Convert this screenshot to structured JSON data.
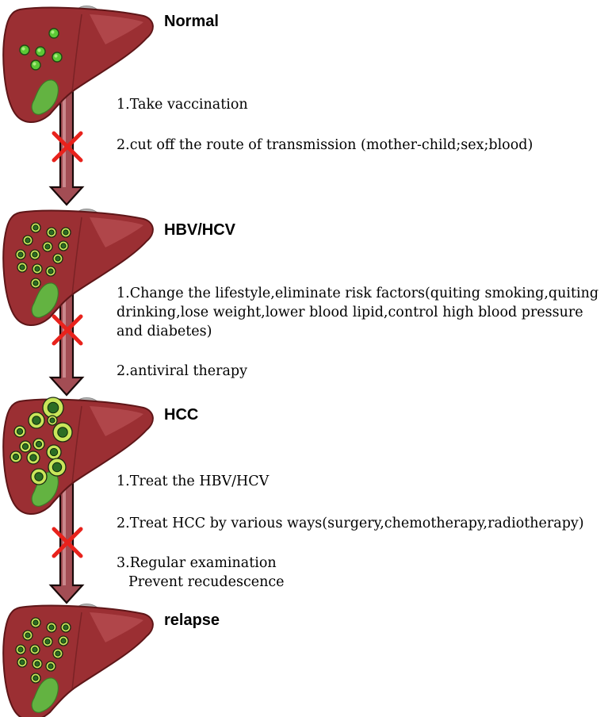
{
  "colors": {
    "liver_fill": "#9b2f33",
    "liver_edge": "#5e1618",
    "liver_highlight": "#c15a5c",
    "gallbladder": "#63b341",
    "vessel": "#b4b4b4",
    "arrow_fill": "#a34d54",
    "arrow_edge": "#1a0a0a",
    "cross": "#e8221c",
    "lesion_normal": "#5cc936",
    "lesion_ring": "#c9e65a",
    "lesion_core": "#2b6d24"
  },
  "icons": {
    "liver": "liver-icon",
    "block": "red-x-icon",
    "progression": "down-arrow-icon"
  },
  "stages": [
    {
      "title": "Normal",
      "liver_state": "healthy",
      "steps": [
        "1.Take vaccination",
        "2.cut off the route of  transmission (mother-child;sex;blood)"
      ]
    },
    {
      "title": "HBV/HCV",
      "liver_state": "infected",
      "steps": [
        "1.Change the lifestyle,eliminate risk factors(quiting smoking,quiting drinking,lose weight,lower blood lipid,control high blood pressure and diabetes)",
        "2.antiviral therapy"
      ]
    },
    {
      "title": "HCC",
      "liver_state": "carcinoma",
      "steps": [
        "1.Treat the HBV/HCV",
        "2.Treat HCC by various ways(surgery,chemotherapy,radiotherapy)",
        "3.Regular examination",
        "Prevent recudescence"
      ]
    },
    {
      "title": "relapse",
      "liver_state": "relapsed",
      "steps": []
    }
  ]
}
